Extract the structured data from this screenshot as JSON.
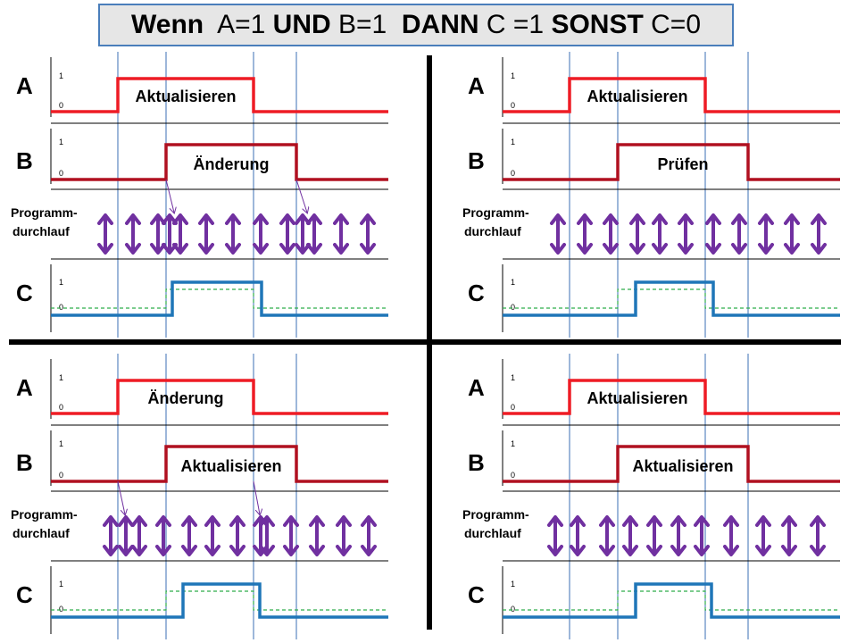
{
  "title": {
    "parts": [
      {
        "text": "Wenn",
        "bold": true
      },
      {
        "text": "  A=1 ",
        "bold": false
      },
      {
        "text": "UND",
        "bold": true
      },
      {
        "text": " B=1  ",
        "bold": false
      },
      {
        "text": "DANN",
        "bold": true
      },
      {
        "text": " C =1 ",
        "bold": false
      },
      {
        "text": "SONST",
        "bold": true
      },
      {
        "text": " C=0",
        "bold": false
      }
    ]
  },
  "labels": {
    "signal_a": "A",
    "signal_b": "B",
    "signal_c": "C",
    "tick_high": "1",
    "tick_low": "0",
    "program_line1": "Programm-",
    "program_line2": "durchlauf"
  },
  "colors": {
    "signal_a": "#ee1c25",
    "signal_b": "#b01020",
    "signal_c": "#1f76b8",
    "expected_c": "#2fae4a",
    "program_arrows": "#7030a0",
    "guides": "#3b6fb5",
    "divider": "#000000"
  },
  "panels": [
    {
      "id": "top-left",
      "a_label": "Aktualisieren",
      "b_label": "Änderung",
      "a_pulse": [
        132,
        284
      ],
      "b_pulse": [
        186,
        332
      ],
      "c_pulse": [
        193,
        293
      ],
      "expected_pulse": [
        186,
        284
      ],
      "guides": [
        132,
        186,
        284,
        332
      ],
      "arrows": [
        118,
        149,
        177,
        190,
        202,
        231,
        261,
        292,
        322,
        339,
        352,
        382,
        412
      ],
      "doubles": [
        190,
        339
      ],
      "trigger_lines": [
        [
          186,
          196
        ],
        [
          332,
          345
        ]
      ]
    },
    {
      "id": "top-right",
      "a_label": "Aktualisieren",
      "b_label": "Prüfen",
      "a_pulse": [
        638,
        790
      ],
      "b_pulse": [
        692,
        838
      ],
      "c_pulse": [
        712,
        799
      ],
      "expected_pulse": [
        692,
        790
      ],
      "guides": [
        638,
        692,
        790,
        838
      ],
      "arrows": [
        625,
        655,
        684,
        714,
        739,
        768,
        799,
        828,
        858,
        887,
        917
      ],
      "doubles": [],
      "trigger_lines": []
    },
    {
      "id": "bottom-left",
      "a_label": "Änderung",
      "b_label": "Aktualisieren",
      "a_pulse": [
        132,
        284
      ],
      "b_pulse": [
        186,
        332
      ],
      "c_pulse": [
        205,
        291
      ],
      "expected_pulse": [
        186,
        284
      ],
      "guides": [
        132,
        186,
        284,
        332
      ],
      "arrows": [
        124,
        141,
        156,
        183,
        212,
        238,
        266,
        292,
        299,
        326,
        355,
        385,
        413
      ],
      "doubles": [
        141,
        292
      ],
      "trigger_lines": [
        [
          132,
          141
        ],
        [
          284,
          292
        ]
      ]
    },
    {
      "id": "bottom-right",
      "a_label": "Aktualisieren",
      "b_label": "Aktualisieren",
      "a_pulse": [
        638,
        790
      ],
      "b_pulse": [
        692,
        838
      ],
      "c_pulse": [
        712,
        797
      ],
      "expected_pulse": [
        692,
        790
      ],
      "guides": [
        638,
        692,
        790,
        838
      ],
      "arrows": [
        622,
        647,
        680,
        706,
        733,
        760,
        786,
        819,
        855,
        884,
        916
      ],
      "doubles": [
        647,
        706,
        760,
        819,
        884
      ],
      "trigger_lines": []
    }
  ]
}
